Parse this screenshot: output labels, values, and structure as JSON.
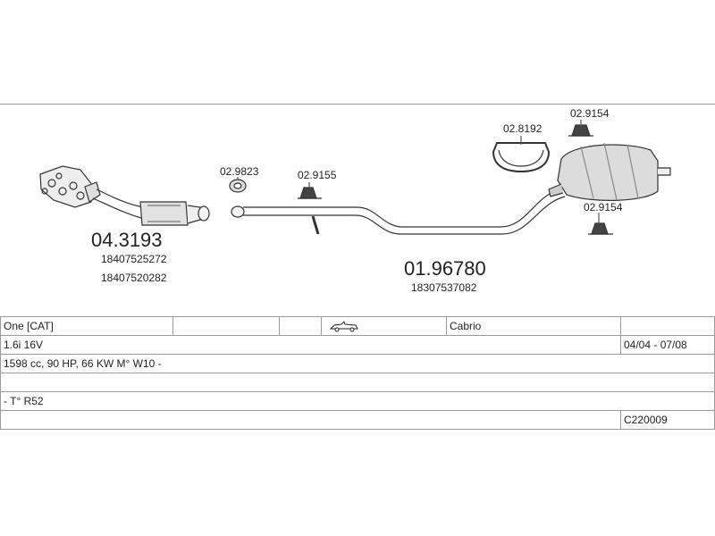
{
  "parts": {
    "catalyst": {
      "code": "04.3193",
      "refs": [
        "18407525272",
        "18407520282"
      ]
    },
    "gasket": {
      "code": "02.9823"
    },
    "hanger_front": {
      "code": "02.9155"
    },
    "clamp": {
      "code": "02.8192"
    },
    "hanger_top": {
      "code": "02.9154"
    },
    "hanger_rear": {
      "code": "02.9154"
    },
    "muffler_pipe": {
      "code": "01.96780",
      "ref": "18307537082"
    }
  },
  "table": {
    "row1": {
      "model": "One  [CAT]",
      "body_icon": "convertible-car-icon",
      "body": "Cabrio"
    },
    "row2": {
      "engine": "1.6i 16V",
      "years": "04/04 - 07/08"
    },
    "row3": {
      "spec": "1598 cc, 90 HP, 66 KW M° W10 -"
    },
    "row4": {
      "type": "- T° R52"
    },
    "row5": {
      "code": "C220009"
    }
  }
}
